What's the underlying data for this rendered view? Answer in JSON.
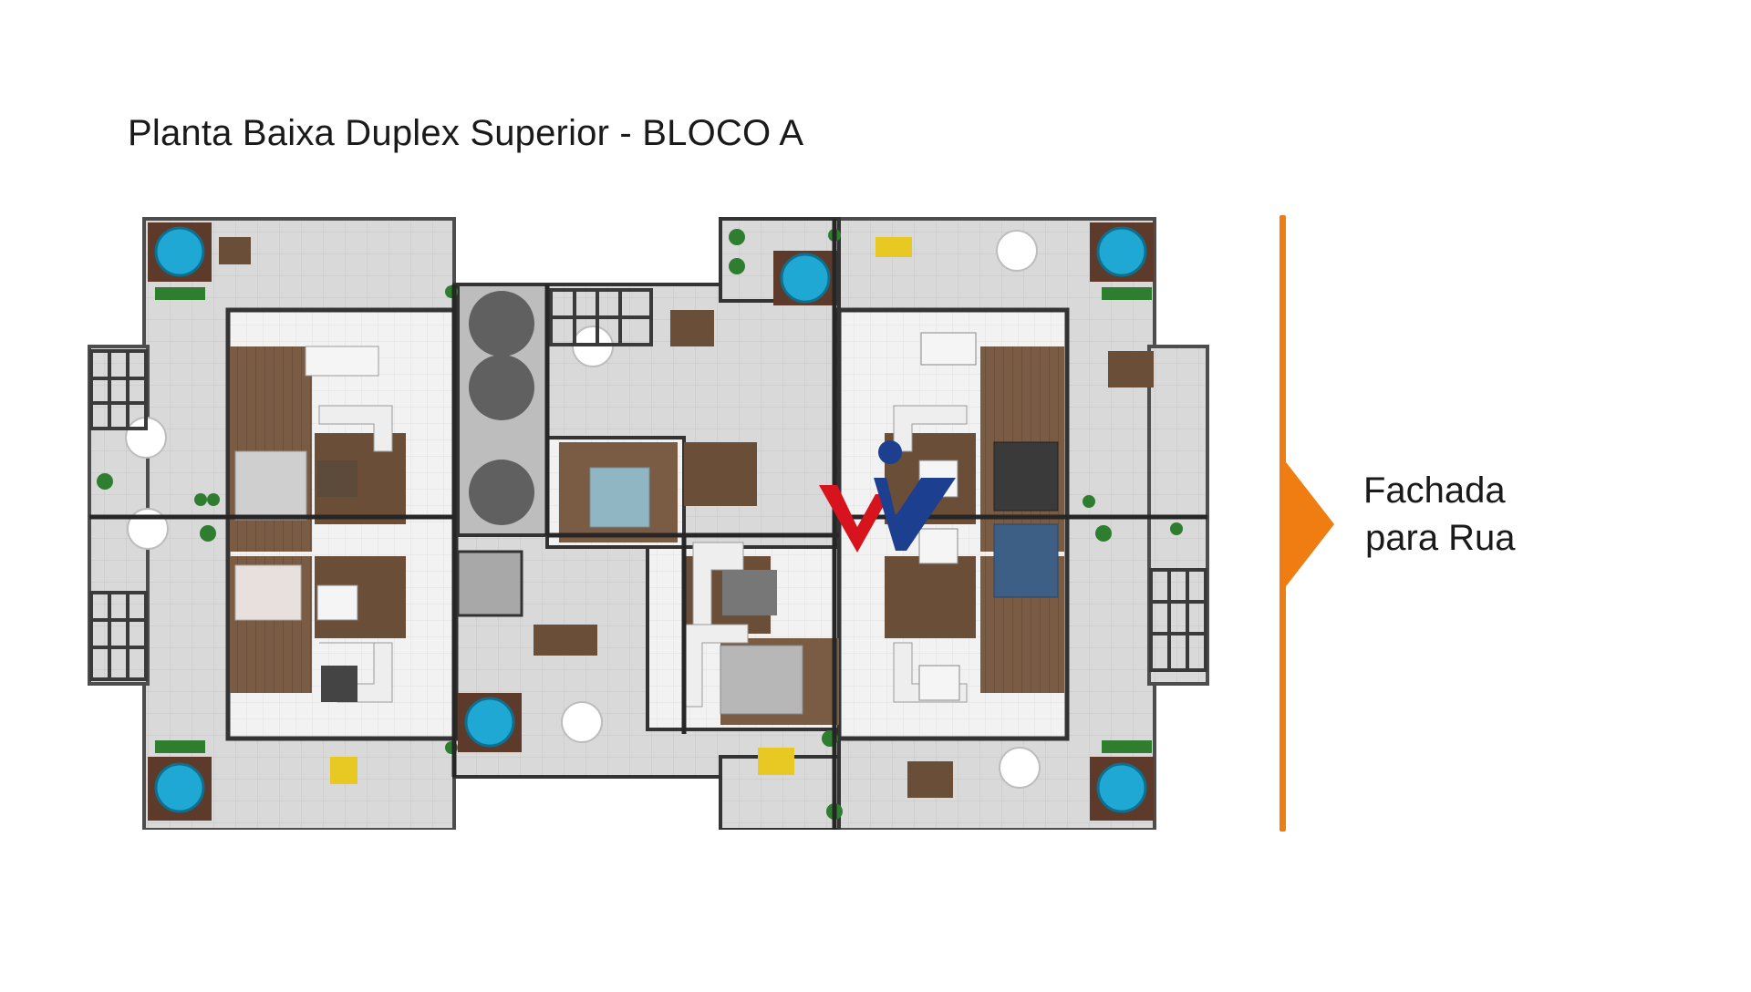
{
  "title": "Planta Baixa Duplex Superior - BLOCO A",
  "street": {
    "line1": "Fachada",
    "line2": "para Rua",
    "color": "#f07d12"
  },
  "logo": {
    "icon": "watermark-logo",
    "colors": [
      "#d7141e",
      "#1d3f8f"
    ]
  },
  "plan": {
    "floor_color": "#d9d9d9",
    "wall_color": "#333333",
    "wood_color": "#7a5b43",
    "pool_color": "#1fa8d4"
  }
}
